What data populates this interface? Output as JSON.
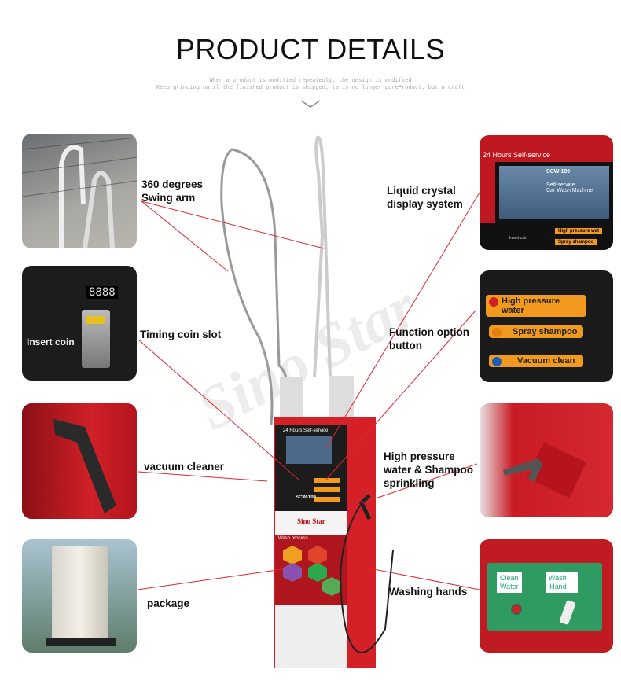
{
  "header": {
    "title": "PRODUCT DETAILS",
    "subtitle_line1": "When a product is modified repeatedly, the design is modified",
    "subtitle_line2": "Keep grinding until the finished product is shipped, ta is no longer pureProduct, but a craft"
  },
  "watermark": "Sino Star",
  "callouts": {
    "swing_arm": [
      "360 degrees",
      "Swing arm"
    ],
    "coin_slot": "Timing coin slot",
    "vacuum": "vacuum cleaner",
    "package": "package",
    "lcd": [
      "Liquid crystal",
      "display system"
    ],
    "function": [
      "Function option",
      "button"
    ],
    "high_pressure": [
      "High pressure",
      "water & Shampoo",
      "sprinkling"
    ],
    "washing_hands": "Washing hands"
  },
  "photos": {
    "coin": {
      "display": "8888",
      "label": "Insert coin"
    },
    "lcd": {
      "brand": "24 Hours Self-service",
      "model": "SCW-109",
      "desc1": "Self-service",
      "desc2": "Car Wash Machine",
      "btn": "High pressure wat",
      "btn2": "Spray shampoo",
      "insert": "Insert coin"
    },
    "buttons": [
      "High pressure water",
      "Spray shampoo",
      "Vacuum clean"
    ],
    "sink": {
      "left": [
        "Clean",
        "Water"
      ],
      "right": [
        "Wash",
        "Hand"
      ]
    }
  },
  "machine": {
    "header": "24 Hours Self-service",
    "model": "SCW-109",
    "brand": "Sino Star",
    "process": "Wash process"
  },
  "colors": {
    "accent": "#d9232d",
    "line": "#e0282e",
    "orange": "#f29a1e"
  }
}
